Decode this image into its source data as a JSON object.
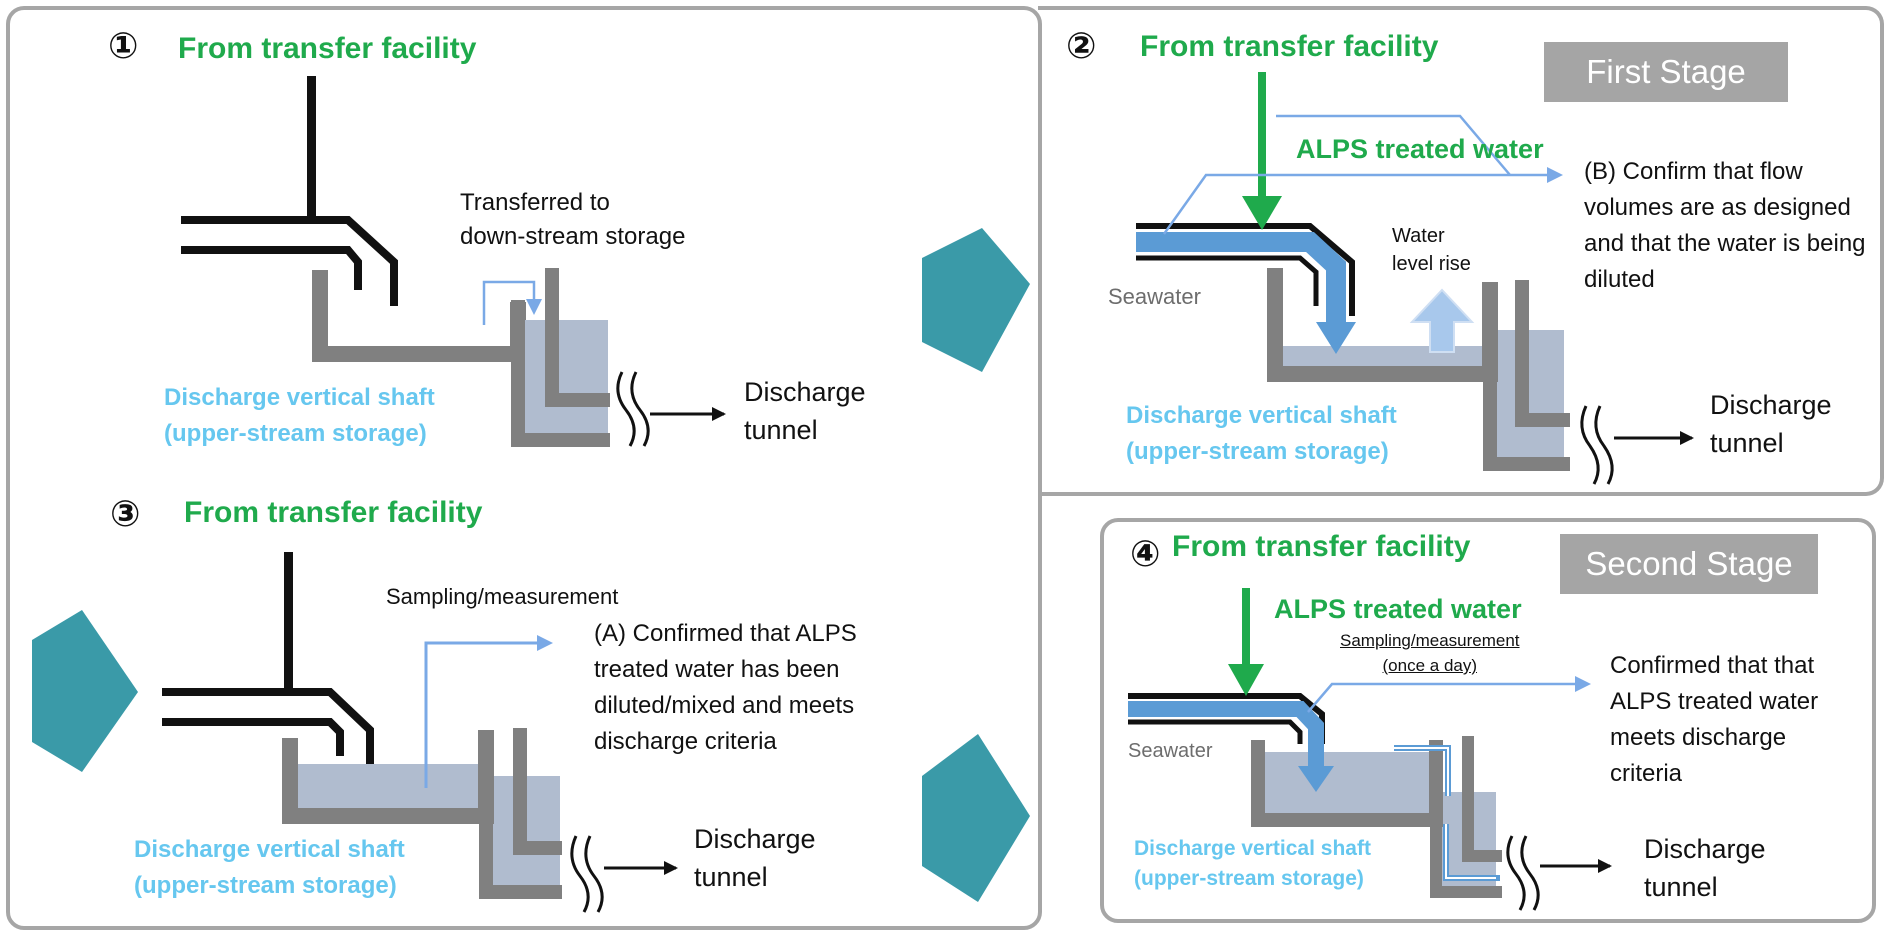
{
  "panels": [
    {
      "step": "①",
      "title": "From transfer facility",
      "shaft_label_line1": "Discharge vertical shaft",
      "shaft_label_line2": "(upper-stream storage)",
      "tunnel_label_line1": "Discharge",
      "tunnel_label_line2": "tunnel",
      "transfer_note_line1": "Transferred to",
      "transfer_note_line2": "down-stream storage"
    },
    {
      "step": "②",
      "title": "From transfer facility",
      "stage": "First Stage",
      "alps_label": "ALPS treated water",
      "seawater_label": "Seawater",
      "level_note_line1": "Water",
      "level_note_line2": "level rise",
      "confirm_note": "(B) Confirm that flow volumes are as designed and that the water is being diluted",
      "shaft_label_line1": "Discharge vertical shaft",
      "shaft_label_line2": "(upper-stream storage)",
      "tunnel_label_line1": "Discharge",
      "tunnel_label_line2": "tunnel"
    },
    {
      "step": "③",
      "title": "From transfer facility",
      "sampling_label": "Sampling/measurement",
      "confirm_note": "(A) Confirmed that ALPS treated water has been diluted/mixed and meets discharge criteria",
      "shaft_label_line1": "Discharge vertical shaft",
      "shaft_label_line2": "(upper-stream storage)",
      "tunnel_label_line1": "Discharge",
      "tunnel_label_line2": "tunnel"
    },
    {
      "step": "④",
      "title": "From transfer facility",
      "stage": "Second Stage",
      "alps_label": "ALPS treated water",
      "sampling_label_line1": "Sampling/measurement",
      "sampling_label_line2": "(once a day)",
      "seawater_label": "Seawater",
      "confirm_note": "Confirmed that that ALPS treated water meets discharge criteria",
      "shaft_label_line1": "Discharge vertical shaft",
      "shaft_label_line2": "(upper-stream storage)",
      "tunnel_label_line1": "Discharge",
      "tunnel_label_line2": "tunnel"
    }
  ],
  "colors": {
    "frame": "#a6a6a6",
    "title_green": "#1faa4c",
    "shaft_blue": "#66c7ef",
    "water_fill": "#b0bccf",
    "wall_grey": "#808080",
    "flow_blue": "#5b9bd5",
    "light_flow": "#8db4e2",
    "big_arrow_teal": "#3a9aa8",
    "badge_grey": "#a5a5a5"
  }
}
